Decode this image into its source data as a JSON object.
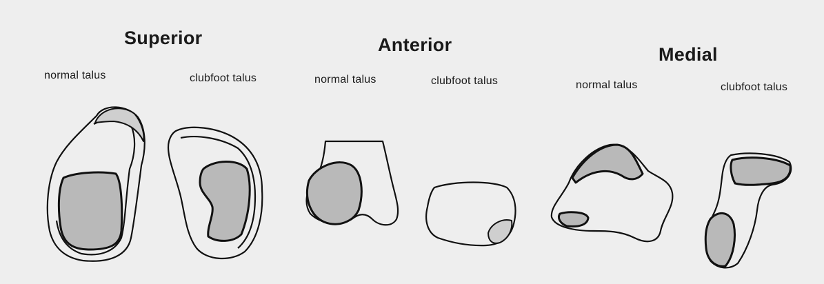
{
  "views": [
    {
      "heading": "Superior",
      "left_label": "normal talus",
      "right_label": "clubfoot talus"
    },
    {
      "heading": "Anterior",
      "left_label": "normal talus",
      "right_label": "clubfoot talus"
    },
    {
      "heading": "Medial",
      "left_label": "normal talus",
      "right_label": "clubfoot talus"
    }
  ],
  "colors": {
    "background": "#eeeeee",
    "outline": "#111111",
    "shaded_surface": "#b9b9b9"
  }
}
